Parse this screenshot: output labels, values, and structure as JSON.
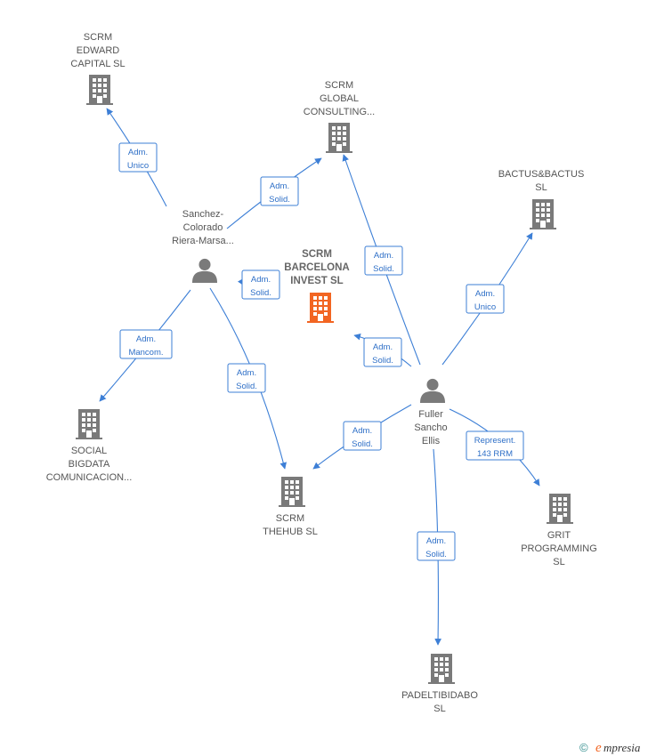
{
  "colors": {
    "edge": "#3d7fd6",
    "node_gray": "#7a7a7a",
    "node_main": "#f26522",
    "label_text": "#555555",
    "edge_text": "#2e6fc7"
  },
  "nodes": [
    {
      "id": "scrm_edward",
      "type": "company",
      "icon": "building-icon",
      "lines": [
        "SCRM",
        "EDWARD",
        "CAPITAL  SL"
      ]
    },
    {
      "id": "scrm_global",
      "type": "company",
      "icon": "building-icon",
      "lines": [
        "SCRM",
        "GLOBAL",
        "CONSULTING..."
      ]
    },
    {
      "id": "bactus",
      "type": "company",
      "icon": "building-icon",
      "lines": [
        "BACTUS&BACTUS",
        "SL"
      ]
    },
    {
      "id": "sanchez",
      "type": "person",
      "icon": "person-icon",
      "lines": [
        "Sanchez-",
        "Colorado",
        "Riera-Marsa..."
      ]
    },
    {
      "id": "scrm_barcelona",
      "type": "company",
      "icon": "building-icon",
      "main": true,
      "lines": [
        "SCRM",
        "BARCELONA",
        "INVEST  SL"
      ]
    },
    {
      "id": "fuller",
      "type": "person",
      "icon": "person-icon",
      "lines": [
        "Fuller",
        "Sancho",
        "Ellis"
      ]
    },
    {
      "id": "social_bigdata",
      "type": "company",
      "icon": "building-icon",
      "lines": [
        "SOCIAL",
        "BIGDATA",
        "COMUNICACION..."
      ]
    },
    {
      "id": "scrm_thehub",
      "type": "company",
      "icon": "building-icon",
      "lines": [
        "SCRM",
        "THEHUB  SL"
      ]
    },
    {
      "id": "grit",
      "type": "company",
      "icon": "building-icon",
      "lines": [
        "GRIT",
        "PROGRAMMING",
        "SL"
      ]
    },
    {
      "id": "padeltibidabo",
      "type": "company",
      "icon": "building-icon",
      "lines": [
        "PADELTIBIDABO",
        "SL"
      ]
    }
  ],
  "edges": [
    {
      "id": "e1",
      "from": "sanchez",
      "to": "scrm_edward",
      "lines": [
        "Adm.",
        "Unico"
      ]
    },
    {
      "id": "e2",
      "from": "sanchez",
      "to": "scrm_global",
      "lines": [
        "Adm.",
        "Solid."
      ]
    },
    {
      "id": "e3",
      "from": "sanchez",
      "to": "scrm_barcelona",
      "lines": [
        "Adm.",
        "Solid."
      ]
    },
    {
      "id": "e4",
      "from": "sanchez",
      "to": "social_bigdata",
      "lines": [
        "Adm.",
        "Mancom."
      ]
    },
    {
      "id": "e5",
      "from": "sanchez",
      "to": "scrm_thehub",
      "lines": [
        "Adm.",
        "Solid."
      ]
    },
    {
      "id": "e6",
      "from": "fuller",
      "to": "scrm_global",
      "lines": [
        "Adm.",
        "Solid."
      ]
    },
    {
      "id": "e7",
      "from": "fuller",
      "to": "bactus",
      "lines": [
        "Adm.",
        "Unico"
      ]
    },
    {
      "id": "e8",
      "from": "fuller",
      "to": "scrm_barcelona",
      "lines": [
        "Adm.",
        "Solid."
      ]
    },
    {
      "id": "e9",
      "from": "fuller",
      "to": "scrm_thehub",
      "lines": [
        "Adm.",
        "Solid."
      ]
    },
    {
      "id": "e10",
      "from": "fuller",
      "to": "grit",
      "lines": [
        "Represent.",
        "143 RRM"
      ]
    },
    {
      "id": "e11",
      "from": "fuller",
      "to": "padeltibidabo",
      "lines": [
        "Adm.",
        "Solid."
      ]
    }
  ],
  "footer": {
    "copyright_symbol": "©",
    "brand_initial": "e",
    "brand_rest": "mpresia"
  }
}
